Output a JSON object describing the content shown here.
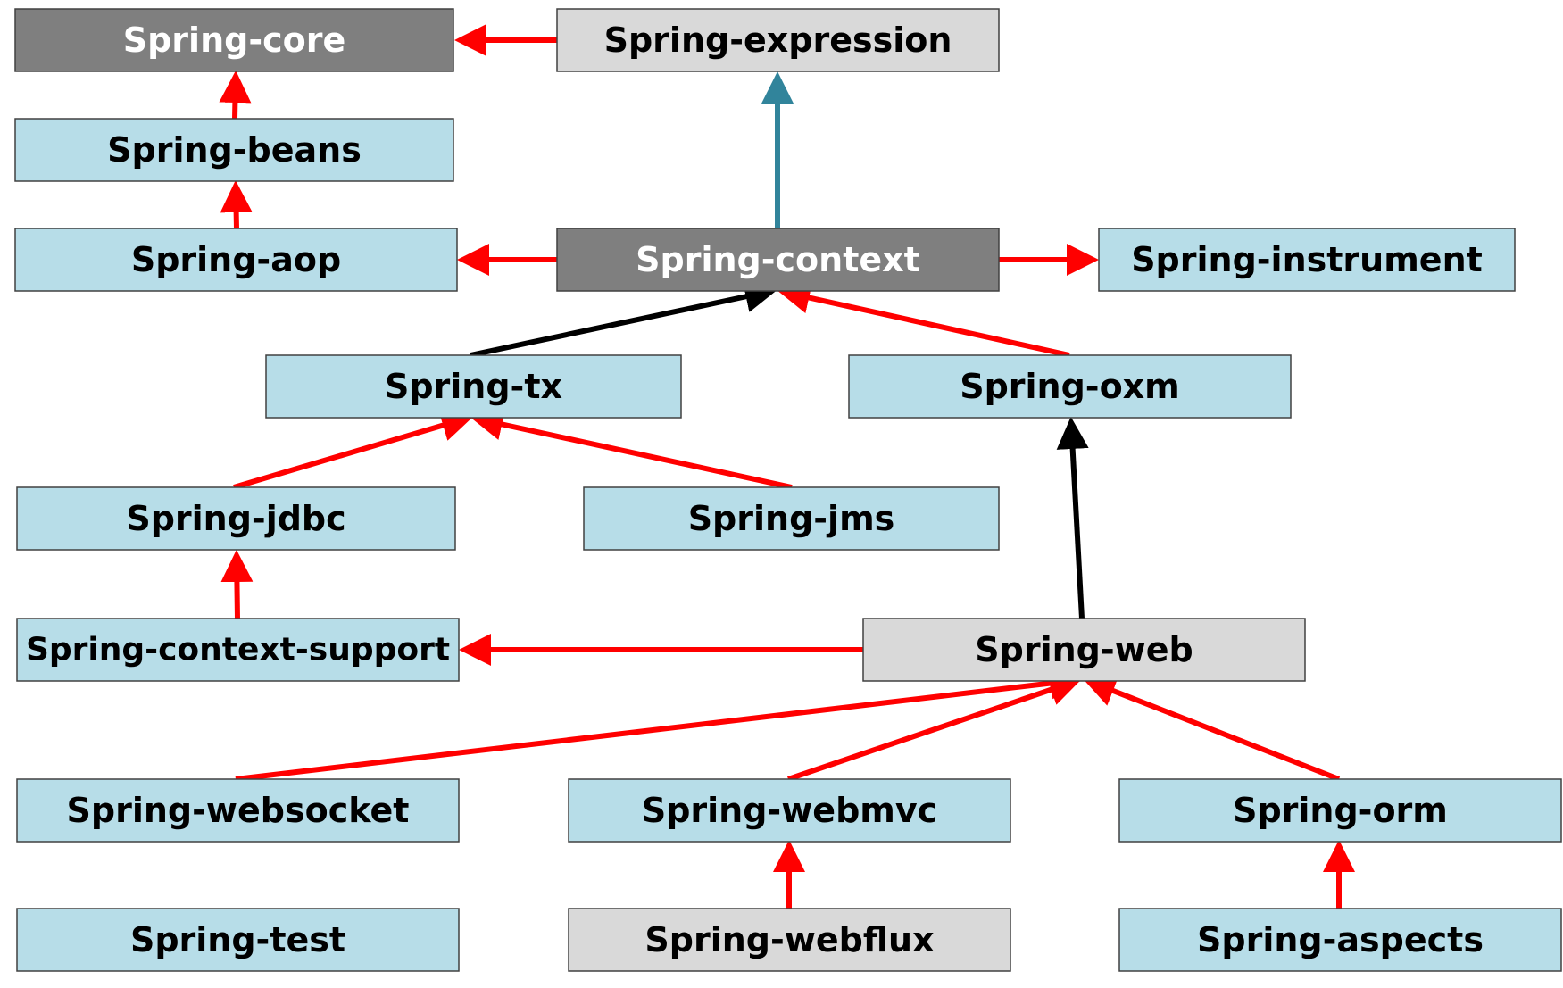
{
  "colors": {
    "module_light_blue": "#b7dde8",
    "module_dark_gray": "#7f7f7f",
    "module_light_gray": "#d9d9d9",
    "label_on_dark": "#ffffff",
    "label_on_light": "#000000",
    "edge_red": "#ff0000",
    "edge_black": "#000000",
    "edge_teal": "#31849b"
  },
  "nodes": [
    {
      "id": "core",
      "label": "Spring-core",
      "style": "dark"
    },
    {
      "id": "expression",
      "label": "Spring-expression",
      "style": "gray"
    },
    {
      "id": "beans",
      "label": "Spring-beans",
      "style": "blue"
    },
    {
      "id": "aop",
      "label": "Spring-aop",
      "style": "blue"
    },
    {
      "id": "context",
      "label": "Spring-context",
      "style": "dark"
    },
    {
      "id": "instrument",
      "label": "Spring-instrument",
      "style": "blue"
    },
    {
      "id": "tx",
      "label": "Spring-tx",
      "style": "blue"
    },
    {
      "id": "oxm",
      "label": "Spring-oxm",
      "style": "blue"
    },
    {
      "id": "jdbc",
      "label": "Spring-jdbc",
      "style": "blue"
    },
    {
      "id": "jms",
      "label": "Spring-jms",
      "style": "blue"
    },
    {
      "id": "context_support",
      "label": "Spring-context-support",
      "style": "blue"
    },
    {
      "id": "web",
      "label": "Spring-web",
      "style": "gray"
    },
    {
      "id": "websocket",
      "label": "Spring-websocket",
      "style": "blue"
    },
    {
      "id": "webmvc",
      "label": "Spring-webmvc",
      "style": "blue"
    },
    {
      "id": "orm",
      "label": "Spring-orm",
      "style": "blue"
    },
    {
      "id": "test",
      "label": "Spring-test",
      "style": "blue"
    },
    {
      "id": "webflux",
      "label": "Spring-webflux",
      "style": "gray"
    },
    {
      "id": "aspects",
      "label": "Spring-aspects",
      "style": "blue"
    }
  ],
  "edges": [
    {
      "from": "expression",
      "to": "core",
      "color": "red"
    },
    {
      "from": "beans",
      "to": "core",
      "color": "red"
    },
    {
      "from": "aop",
      "to": "beans",
      "color": "red"
    },
    {
      "from": "context",
      "to": "expression",
      "color": "teal"
    },
    {
      "from": "context",
      "to": "aop",
      "color": "red"
    },
    {
      "from": "context",
      "to": "instrument",
      "color": "red"
    },
    {
      "from": "tx",
      "to": "context",
      "color": "black"
    },
    {
      "from": "oxm",
      "to": "context",
      "color": "red"
    },
    {
      "from": "jdbc",
      "to": "tx",
      "color": "red"
    },
    {
      "from": "jms",
      "to": "tx",
      "color": "red"
    },
    {
      "from": "context_support",
      "to": "jdbc",
      "color": "red"
    },
    {
      "from": "web",
      "to": "oxm",
      "color": "black"
    },
    {
      "from": "web",
      "to": "context_support",
      "color": "red"
    },
    {
      "from": "websocket",
      "to": "web",
      "color": "red"
    },
    {
      "from": "webmvc",
      "to": "web",
      "color": "red"
    },
    {
      "from": "orm",
      "to": "web",
      "color": "red"
    },
    {
      "from": "webflux",
      "to": "webmvc",
      "color": "red"
    },
    {
      "from": "aspects",
      "to": "orm",
      "color": "red"
    }
  ]
}
